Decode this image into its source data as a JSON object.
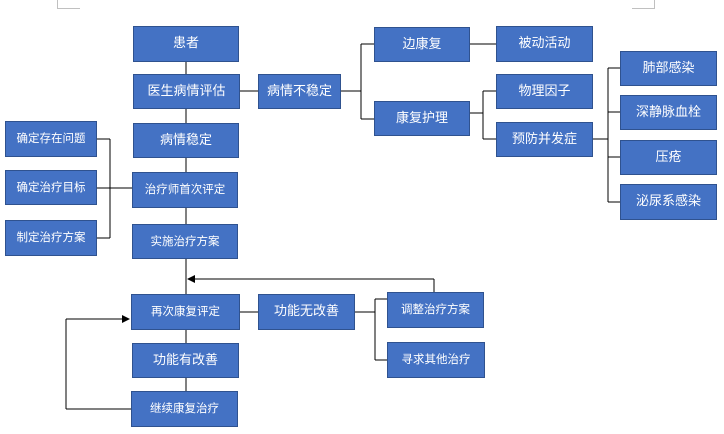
{
  "flowchart": {
    "patient": "患者",
    "doctor_assessment": "医生病情评估",
    "condition_stable": "病情稳定",
    "therapist_first_eval": "治疗师首次评定",
    "implement_plan": "实施治疗方案",
    "re_evaluation": "再次康复评定",
    "function_improved": "功能有改善",
    "continue_rehab": "继续康复治疗",
    "unstable": "病情不稳定",
    "bedside_rehab": "边康复",
    "passive_activity": "被动活动",
    "rehab_nursing": "康复护理",
    "physical_factors": "物理因子",
    "prevent_complications": "预防并发症",
    "pulmonary_infection": "肺部感染",
    "deep_vein_thrombosis": "深静脉血栓",
    "pressure_sore": "压疮",
    "urinary_infection": "泌尿系感染",
    "identify_problems": "确定存在问题",
    "set_goals": "确定治疗目标",
    "make_plan": "制定治疗方案",
    "no_improvement": "功能无改善",
    "adjust_plan": "调整治疗方案",
    "seek_other": "寻求其他治疗"
  }
}
